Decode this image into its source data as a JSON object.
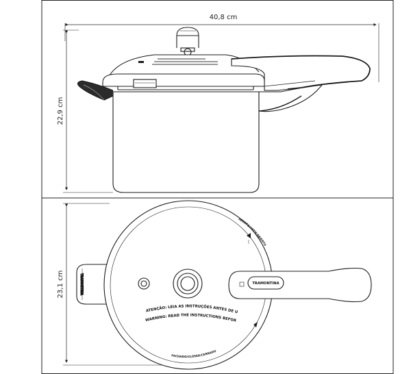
{
  "dimensions": {
    "width": "40,8 cm",
    "height": "22,9 cm",
    "depth": "23,1 cm"
  },
  "brand": "TRAMONTINA",
  "lid_text": {
    "warning_pt": "ATENÇÃO: LEIA AS INSTRUÇÕES ANTES DE USAR",
    "warning_en": "WARNING: READ THE INSTRUCTIONS BEFORE USING",
    "open_label": "ABERTO/OPEN/ABIERTO",
    "close_label": "FECHADO/CLOSED/CERRADO"
  },
  "colors": {
    "line": "#1a1a1a",
    "handle": "#2b2b2b",
    "frame": "#222222"
  }
}
